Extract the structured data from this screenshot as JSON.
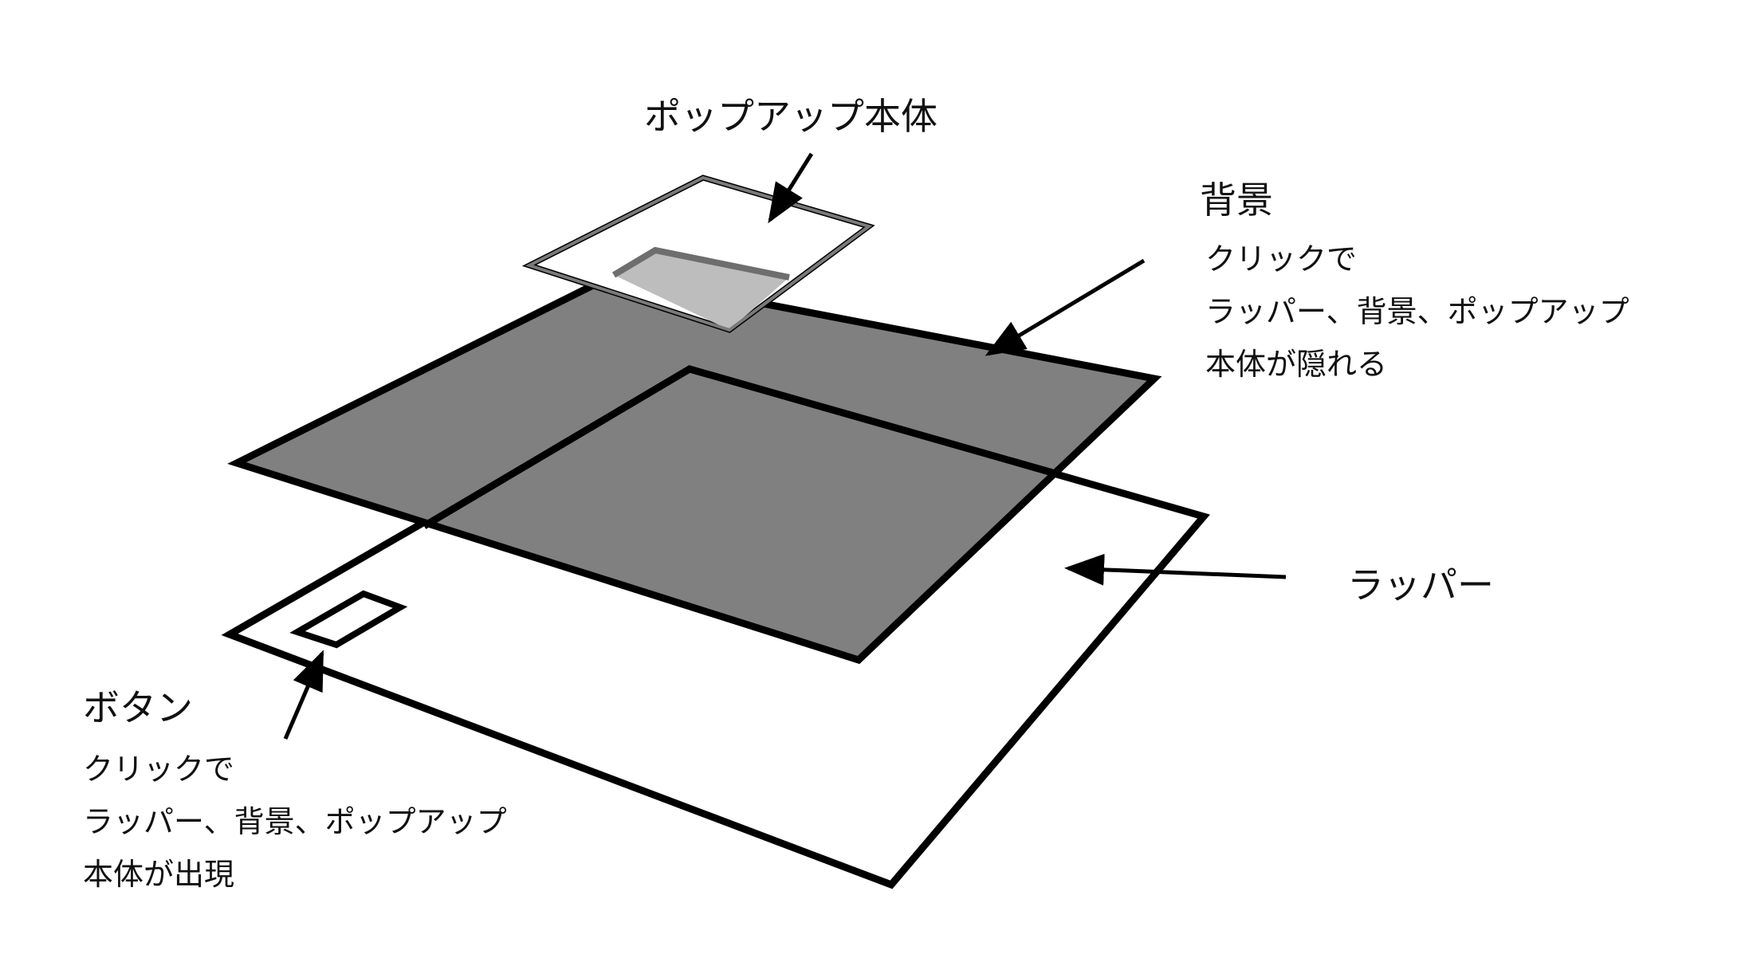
{
  "popup": {
    "title": "ポップアップ本体"
  },
  "background": {
    "title": "背景",
    "description": [
      "クリックで",
      "ラッパー、背景、ポップアップ",
      "本体が隠れる"
    ]
  },
  "wrapper": {
    "title": "ラッパー"
  },
  "button": {
    "title": "ボタン",
    "description": [
      "クリックで",
      "ラッパー、背景、ポップアップ",
      "本体が出現"
    ]
  },
  "colors": {
    "background_layer": "#808080",
    "popup_overlap": "#bdbdbd",
    "stroke": "#000000",
    "popup_stroke": "#7a7a7a"
  }
}
